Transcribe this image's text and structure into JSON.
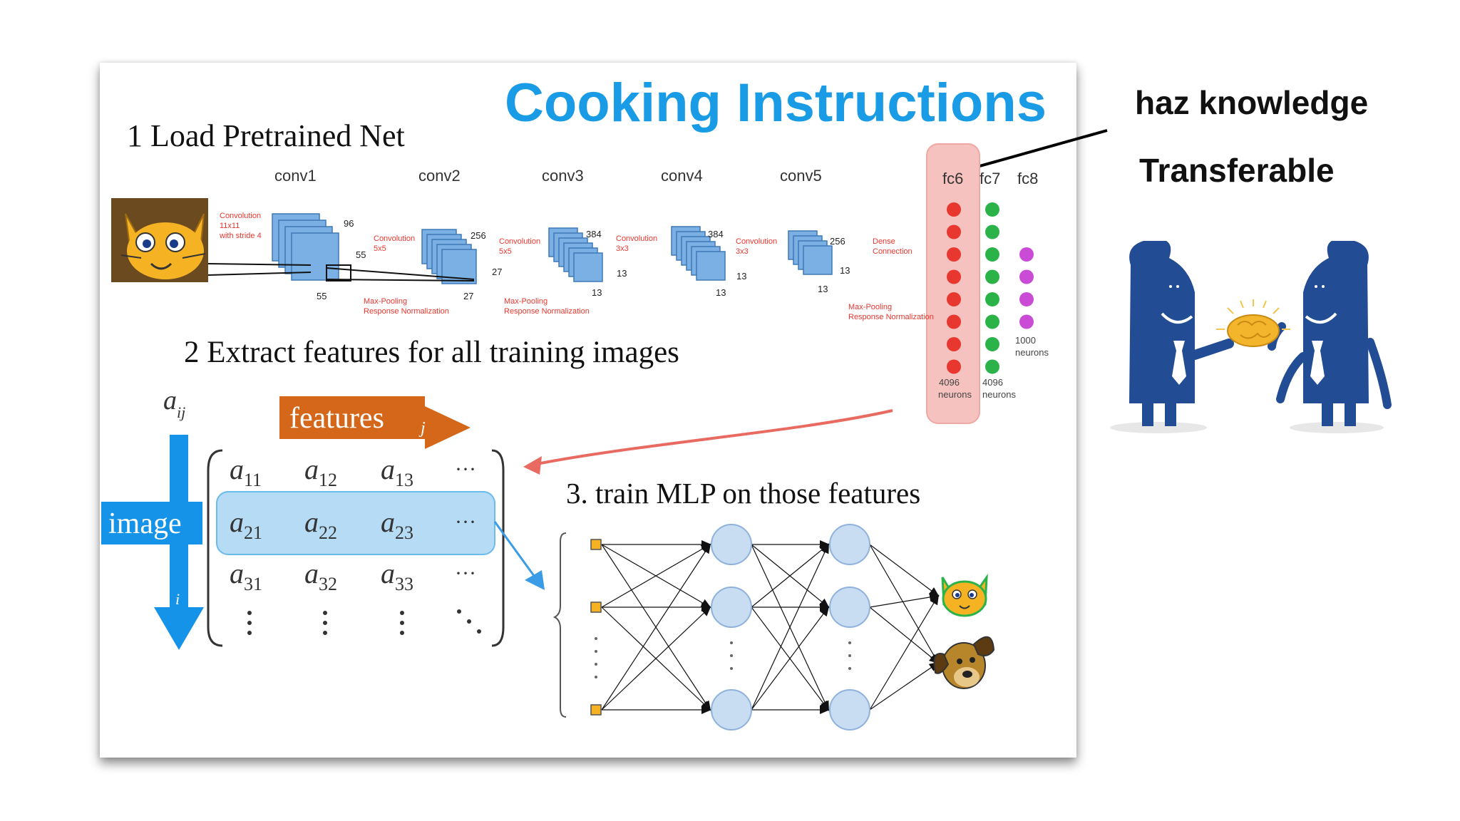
{
  "title": "Cooking Instructions",
  "step1": "1 Load Pretrained Net",
  "step2": "2 Extract features for all training images",
  "step3": "3. train MLP on those features",
  "side_note": {
    "line1": "haz knowledge",
    "line2": "Transferable"
  },
  "convnet": {
    "layers": [
      "conv1",
      "conv2",
      "conv3",
      "conv4",
      "conv5",
      "fc6",
      "fc7",
      "fc8"
    ],
    "conv_labels": [
      [
        "Convolution",
        "11x11",
        "with stride 4"
      ],
      [
        "Convolution",
        "5x5"
      ],
      [
        "Convolution",
        "5x5"
      ],
      [
        "Convolution",
        "3x3"
      ],
      [
        "Convolution",
        "3x3"
      ],
      [
        "Dense",
        "Connection"
      ]
    ],
    "pool_labels": [
      [
        "Max-Pooling",
        "Response Normalization"
      ],
      [
        "Max-Pooling",
        "Response Normalization"
      ],
      [
        "Max-Pooling",
        "Response Normalization"
      ]
    ],
    "dims": {
      "d96": "96",
      "d55a": "55",
      "d55b": "55",
      "d256a": "256",
      "d27a": "27",
      "d27b": "27",
      "d384a": "384",
      "d13a": "13",
      "d13b": "13",
      "d384b": "384",
      "d13c": "13",
      "d13d": "13",
      "d256b": "256",
      "d13e": "13",
      "d13f": "13"
    },
    "fc6_label": [
      "4096",
      "neurons"
    ],
    "fc7_label": [
      "4096",
      "neurons"
    ],
    "fc8_label": [
      "1000",
      "neurons"
    ],
    "colors": {
      "fc6": "#e8372e",
      "fc7": "#2bb34a",
      "fc8": "#c94bd6",
      "highlight": "#f6c2bf",
      "block": "#7ab0e3"
    }
  },
  "matrix": {
    "index_label": "a",
    "index_sub": "ij",
    "features_label": "features",
    "features_sub": "j",
    "image_label": "image",
    "image_sub": "i",
    "rows": [
      [
        {
          "v": "a",
          "s": "11"
        },
        {
          "v": "a",
          "s": "12"
        },
        {
          "v": "a",
          "s": "13"
        }
      ],
      [
        {
          "v": "a",
          "s": "21"
        },
        {
          "v": "a",
          "s": "22"
        },
        {
          "v": "a",
          "s": "23"
        }
      ],
      [
        {
          "v": "a",
          "s": "31"
        },
        {
          "v": "a",
          "s": "32"
        },
        {
          "v": "a",
          "s": "33"
        }
      ]
    ],
    "ellipsis_h": "···",
    "colors": {
      "features": "#d5671a",
      "image": "#1493e8",
      "row_highlight": "#b6dbf4"
    }
  }
}
